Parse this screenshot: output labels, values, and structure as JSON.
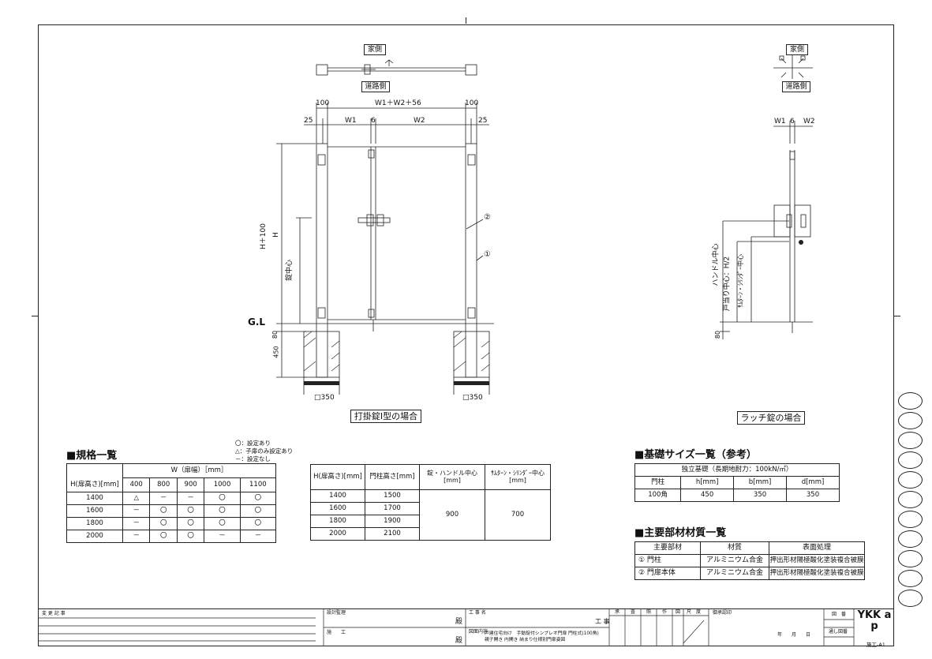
{
  "drawing": {
    "left_view": {
      "house_side": "家側",
      "road_side": "道路側",
      "dims": {
        "overall": "W1＋W2＋56",
        "post_left": "100",
        "post_right": "100",
        "offset_left": "25",
        "offset_right": "25",
        "w1": "W1",
        "gap": "6",
        "w2": "W2",
        "h_total": "H＋100",
        "h": "H",
        "lock_center": "錠中心",
        "gl": "G.L",
        "embed": "80",
        "depth": "450",
        "footing_left": "□350",
        "footing_right": "□350"
      },
      "callouts": [
        "②",
        "①"
      ],
      "caption": "打掛錠Ⅰ型の場合"
    },
    "right_view": {
      "house_side": "家側",
      "road_side": "道路側",
      "dims": {
        "w1": "W1",
        "gap": "6",
        "w2": "W2",
        "handle_center": "ハンドル中心",
        "stop_center": "戸当り中心：H/2",
        "thumbturn_center": "ｻﾑﾀｰﾝ・ｼﾘﾝﾀﾞｰ中心",
        "embed": "80"
      },
      "caption": "ラッチ錠の場合"
    }
  },
  "spec_table": {
    "title": "■規格一覧",
    "legend": [
      "〇：設定あり",
      "△：子扉のみ設定あり",
      "－：設定なし"
    ],
    "width_header": "W（扉幅）［mm］",
    "row_header": "H(扉高さ)[mm]",
    "columns": [
      "400",
      "800",
      "900",
      "1000",
      "1100"
    ],
    "rows": [
      {
        "h": "1400",
        "cells": [
          "△",
          "－",
          "－",
          "〇",
          "〇"
        ]
      },
      {
        "h": "1600",
        "cells": [
          "－",
          "〇",
          "〇",
          "〇",
          "〇"
        ]
      },
      {
        "h": "1800",
        "cells": [
          "－",
          "〇",
          "〇",
          "〇",
          "〇"
        ]
      },
      {
        "h": "2000",
        "cells": [
          "－",
          "〇",
          "〇",
          "－",
          "－"
        ]
      }
    ]
  },
  "height_table": {
    "headers": [
      "H(扉高さ)[mm]",
      "門柱高さ[mm]",
      "錠・ハンドル中心",
      "ｻﾑﾀｰﾝ・ｼﾘﾝﾀﾞｰ中心"
    ],
    "unit": "[mm]",
    "rows": [
      {
        "h": "1400",
        "post": "1500"
      },
      {
        "h": "1600",
        "post": "1700"
      },
      {
        "h": "1800",
        "post": "1900"
      },
      {
        "h": "2000",
        "post": "2100"
      }
    ],
    "lock_value": "900",
    "thumb_value": "700"
  },
  "foundation_table": {
    "title": "■基礎サイズ一覧（参考）",
    "subtitle": "独立基礎（長期地耐力：100kN/㎡）",
    "headers": [
      "門柱",
      "h[mm]",
      "b[mm]",
      "d[mm]"
    ],
    "row": [
      "100角",
      "450",
      "350",
      "350"
    ]
  },
  "material_table": {
    "title": "■主要部材材質一覧",
    "headers": [
      "主要部材",
      "材質",
      "表面処理"
    ],
    "rows": [
      [
        "① 門柱",
        "アルミニウム合金",
        "押出形材陽極酸化塗装複合被膜"
      ],
      [
        "② 門扉本体",
        "アルミニウム合金",
        "押出形材陽極酸化塗装複合被膜"
      ]
    ]
  },
  "title_block": {
    "revision": "変 更 記 事",
    "supervision": "設計監理",
    "construction": "施　　工",
    "honorific": "殿",
    "project_label": "工 事 名",
    "project_suffix": "工 事",
    "content_label": "図面内容",
    "content_line1": "戸建住宅向け　手動錠付シンプレオ門扉 門柱式(100角)",
    "content_line2": "親子開き 内開き 納まり仕様別門扉姿図",
    "stamp_cols": [
      "承",
      "査",
      "照",
      "作",
      "図",
      "尺　度"
    ],
    "approval": "御承認印",
    "date": "年　　月　　日",
    "drawing_no": "図　番",
    "serial_no": "通し図番",
    "brand": "YKK ap",
    "sheet": "施工-A1"
  }
}
